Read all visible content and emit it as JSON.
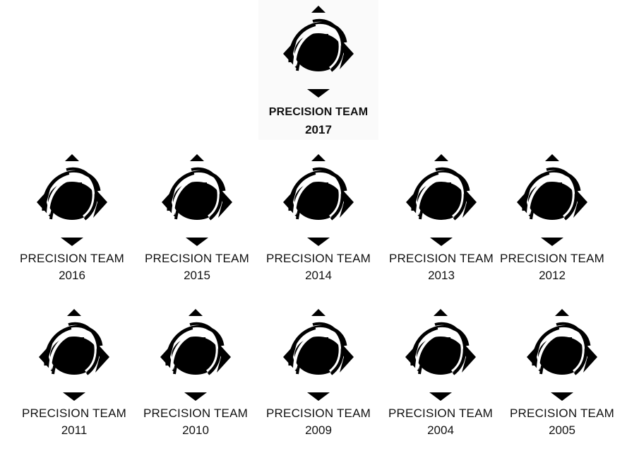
{
  "colors": {
    "logo": "#000000",
    "background": "#ffffff",
    "text": "#111111"
  },
  "logo_icon": "precision-team-emblem-icon",
  "featured": {
    "title": "PRECISION TEAM",
    "year": "2017"
  },
  "badges": [
    {
      "title": "PRECISION TEAM",
      "year": "2016"
    },
    {
      "title": "PRECISION TEAM",
      "year": "2015"
    },
    {
      "title": "PRECISION TEAM",
      "year": "2014"
    },
    {
      "title": "PRECISION TEAM",
      "year": "2013"
    },
    {
      "title": "PRECISION TEAM",
      "year": "2012"
    },
    {
      "title": "PRECISION TEAM",
      "year": "2011"
    },
    {
      "title": "PRECISION TEAM",
      "year": "2010"
    },
    {
      "title": "PRECISION TEAM",
      "year": "2009"
    },
    {
      "title": "PRECISION TEAM",
      "year": "2004"
    },
    {
      "title": "PRECISION TEAM",
      "year": "2005"
    }
  ]
}
